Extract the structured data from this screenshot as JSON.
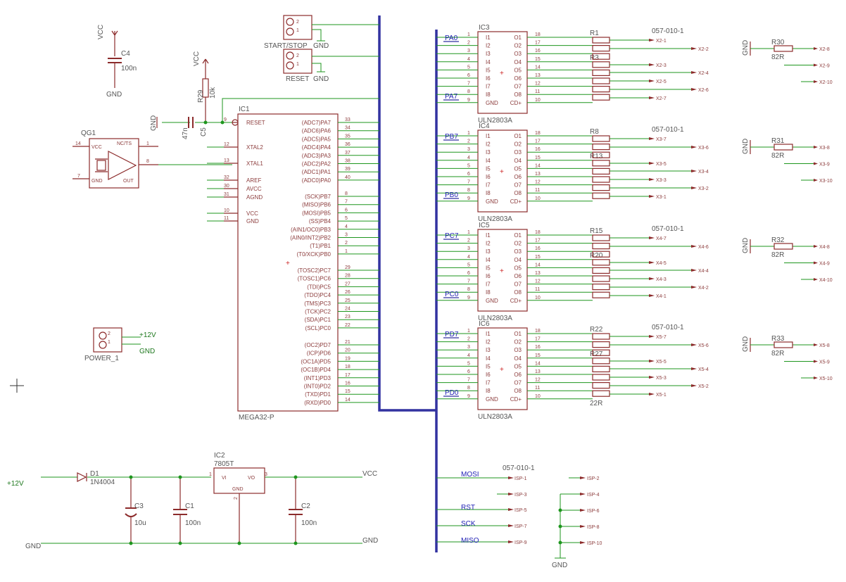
{
  "power": {
    "vcc": "VCC",
    "gnd": "GND",
    "v12": "+12V",
    "vcc_pin": "VCC"
  },
  "parts": {
    "c4": {
      "name": "C4",
      "value": "100n"
    },
    "c5": {
      "name": "C5",
      "value": "47n"
    },
    "r29": {
      "name": "R29",
      "value": "10k"
    },
    "qg1": {
      "name": "QG1",
      "vcc": "VCC",
      "nc": "NC/TS",
      "gnd": "GND",
      "out": "OUT",
      "p14": "14",
      "p1": "1",
      "p7": "7",
      "p8": "8"
    },
    "start": {
      "name": "START/STOP",
      "p2": "2",
      "p1": "1"
    },
    "reset": {
      "name": "RESET",
      "p2": "2",
      "p1": "1"
    },
    "power1": {
      "name": "POWER_1",
      "p2": "2",
      "p1": "1"
    },
    "ic1": {
      "name": "IC1",
      "part": "MEGA32-P",
      "left": [
        {
          "pin": "9",
          "label": "RESET"
        },
        {
          "pin": "12",
          "label": "XTAL2"
        },
        {
          "pin": "13",
          "label": "XTAL1"
        },
        {
          "pin": "32",
          "label": "AREF"
        },
        {
          "pin": "30",
          "label": "AVCC"
        },
        {
          "pin": "31",
          "label": "AGND"
        },
        {
          "pin": "10",
          "label": "VCC"
        },
        {
          "pin": "11",
          "label": "GND"
        }
      ],
      "right": [
        {
          "pin": "33",
          "label": "(ADC7)PA7"
        },
        {
          "pin": "34",
          "label": "(ADC6)PA6"
        },
        {
          "pin": "35",
          "label": "(ADC5)PA5"
        },
        {
          "pin": "36",
          "label": "(ADC4)PA4"
        },
        {
          "pin": "37",
          "label": "(ADC3)PA3"
        },
        {
          "pin": "38",
          "label": "(ADC2)PA2"
        },
        {
          "pin": "39",
          "label": "(ADC1)PA1"
        },
        {
          "pin": "40",
          "label": "(ADC0)PA0"
        },
        {
          "pin": "8",
          "label": "(SCK)PB7"
        },
        {
          "pin": "7",
          "label": "(MISO)PB6"
        },
        {
          "pin": "6",
          "label": "(MOSI)PB5"
        },
        {
          "pin": "5",
          "label": "(SS)PB4"
        },
        {
          "pin": "4",
          "label": "(AIN1/OC0)PB3"
        },
        {
          "pin": "3",
          "label": "(AIN0/INT2)PB2"
        },
        {
          "pin": "2",
          "label": "(T1)PB1"
        },
        {
          "pin": "1",
          "label": "(T0/XCK)PB0"
        },
        {
          "pin": "29",
          "label": "(TOSC2)PC7"
        },
        {
          "pin": "28",
          "label": "(TOSC1)PC6"
        },
        {
          "pin": "27",
          "label": "(TDI)PC5"
        },
        {
          "pin": "26",
          "label": "(TDO)PC4"
        },
        {
          "pin": "25",
          "label": "(TMS)PC3"
        },
        {
          "pin": "24",
          "label": "(TCK)PC2"
        },
        {
          "pin": "23",
          "label": "(SDA)PC1"
        },
        {
          "pin": "22",
          "label": "(SCL)PC0"
        },
        {
          "pin": "21",
          "label": "(OC2)PD7"
        },
        {
          "pin": "20",
          "label": "(ICP)PD6"
        },
        {
          "pin": "19",
          "label": "(OC1A)PD5"
        },
        {
          "pin": "18",
          "label": "(OC1B)PD4"
        },
        {
          "pin": "17",
          "label": "(INT1)PD3"
        },
        {
          "pin": "16",
          "label": "(INT0)PD2"
        },
        {
          "pin": "15",
          "label": "(TXD)PD1"
        },
        {
          "pin": "14",
          "label": "(RXD)PD0"
        }
      ]
    },
    "uln": [
      {
        "name": "IC3",
        "part": "ULN2803A",
        "top": "PA0",
        "bottom": "PA7",
        "r_top": "R1",
        "r_mid": "R3",
        "r_val": "",
        "conn": "057-010-1",
        "outs": [
          "X2-1",
          "X2-2",
          "X2-3",
          "X2-4",
          "X2-5",
          "X2-6",
          "X2-7"
        ],
        "r_end": "R30",
        "r_end_val": "82R",
        "end": [
          "X2-8",
          "X2-9",
          "X2-10"
        ]
      },
      {
        "name": "IC4",
        "part": "ULN2803A",
        "top": "PB7",
        "bottom": "PB0",
        "r_top": "R8",
        "r_mid": "R13",
        "r_val": "",
        "conn": "057-010-1",
        "outs": [
          "X3-7",
          "X3-6",
          "X3-5",
          "X3-4",
          "X3-3",
          "X3-2",
          "X3-1"
        ],
        "r_end": "R31",
        "r_end_val": "82R",
        "end": [
          "X3-8",
          "X3-9",
          "X3-10"
        ]
      },
      {
        "name": "IC5",
        "part": "ULN2803A",
        "top": "PC7",
        "bottom": "PC0",
        "r_top": "R15",
        "r_mid": "R20",
        "r_val": "",
        "conn": "057-010-1",
        "outs": [
          "X4-7",
          "X4-6",
          "X4-5",
          "X4-4",
          "X4-3",
          "X4-2",
          "X4-1"
        ],
        "r_end": "R32",
        "r_end_val": "82R",
        "end": [
          "X4-8",
          "X4-9",
          "X4-10"
        ]
      },
      {
        "name": "IC6",
        "part": "ULN2803A",
        "top": "PD7",
        "bottom": "PD0",
        "r_top": "R22",
        "r_mid": "R27",
        "r_val": "22R",
        "conn": "057-010-1",
        "outs": [
          "X5-7",
          "X5-6",
          "X5-5",
          "X5-4",
          "X5-3",
          "X5-2",
          "X5-1"
        ],
        "r_end": "R33",
        "r_end_val": "82R",
        "end": [
          "X5-8",
          "X5-9",
          "X5-10"
        ]
      }
    ],
    "uln_pins": {
      "in": [
        "I1",
        "I2",
        "I3",
        "I4",
        "I5",
        "I6",
        "I7",
        "I8",
        "GND"
      ],
      "out": [
        "O1",
        "O2",
        "O3",
        "O4",
        "O5",
        "O6",
        "O7",
        "O8",
        "CD+"
      ],
      "lnum": [
        "1",
        "2",
        "3",
        "4",
        "5",
        "6",
        "7",
        "8",
        "9"
      ],
      "rnum": [
        "18",
        "17",
        "16",
        "15",
        "14",
        "13",
        "12",
        "11",
        "10"
      ]
    },
    "supply": {
      "d1": "D1",
      "d1v": "1N4004",
      "ic2": "IC2",
      "ic2v": "7805T",
      "vi": "VI",
      "vo": "VO",
      "gnd": "GND",
      "p1": "1",
      "p2": "2",
      "p3": "3",
      "c3": "C3",
      "c3v": "10u",
      "c1": "C1",
      "c1v": "100n",
      "c2": "C2",
      "c2v": "100n"
    },
    "isp": {
      "conn": "057-010-1",
      "left": [
        "ISP-1",
        "ISP-3",
        "ISP-5",
        "ISP-7",
        "ISP-9"
      ],
      "right": [
        "ISP-2",
        "ISP-4",
        "ISP-6",
        "ISP-8",
        "ISP-10"
      ],
      "nets": [
        "MOSI",
        "RST",
        "SCK",
        "MISO"
      ]
    }
  }
}
